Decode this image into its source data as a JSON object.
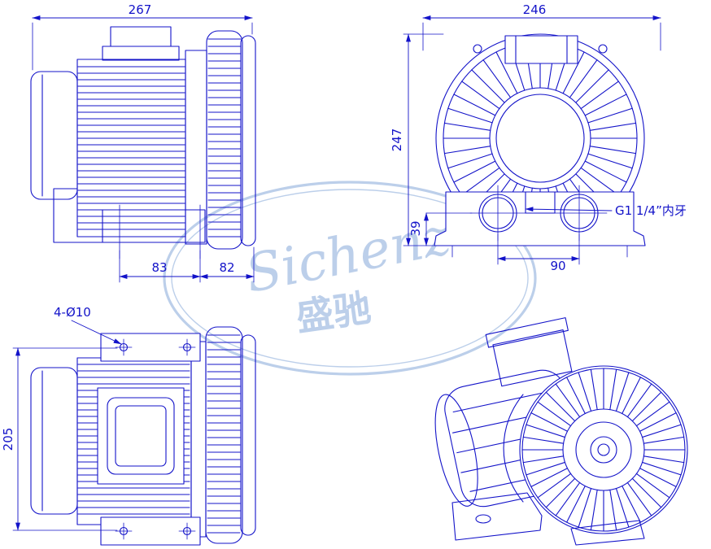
{
  "colors": {
    "line": "#1313c9",
    "watermark": "#bccfea",
    "background": "#ffffff"
  },
  "watermark": {
    "brand": "Sichenz",
    "brand_cn": "盛驰"
  },
  "views": {
    "side": {
      "dims": {
        "overall_length": "267",
        "base_left": "83",
        "base_right": "82"
      }
    },
    "front": {
      "dims": {
        "overall_width": "246",
        "overall_height": "247",
        "port_center_height": "39",
        "port_spacing": "90"
      },
      "thread_note": "G1 1/4”内牙"
    },
    "plan": {
      "dims": {
        "mounting_hole_pitch": "205",
        "mounting_holes": "4-Ø10"
      }
    }
  }
}
